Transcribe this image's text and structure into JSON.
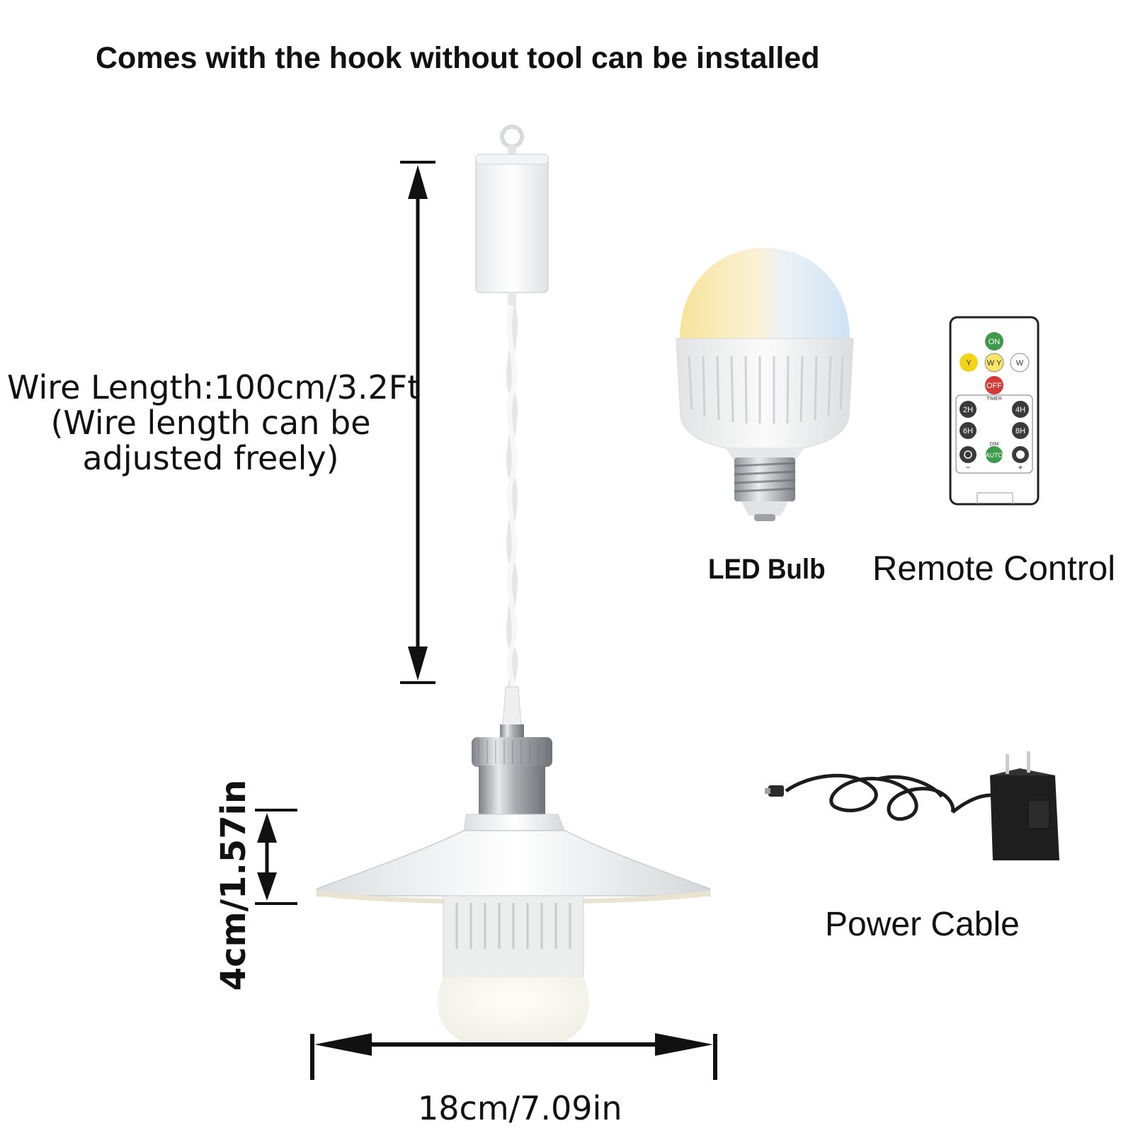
{
  "headline": "Comes with the hook without tool can be installed",
  "wire_length": {
    "line1": "Wire Length:100cm/3.2Ft",
    "line2": "(Wire length can be",
    "line3": "adjusted freely)"
  },
  "labels": {
    "led_bulb": "LED Bulb",
    "remote_control": "Remote Control",
    "power_cable": "Power Cable"
  },
  "dimensions": {
    "shade_height": "4cm/1.57in",
    "shade_width": "18cm/7.09in"
  },
  "remote": {
    "buttons": {
      "on": "ON",
      "y": "Y",
      "wy": "W Y",
      "w": "W",
      "off": "OFF",
      "timer": "TIMER",
      "t2": "2H",
      "t4": "4H",
      "t6": "6H",
      "t8": "8H",
      "dim": "DIM",
      "auto": "AUTO",
      "minus": "−",
      "plus": "+"
    }
  },
  "icons": [
    "hook-icon",
    "led-bulb-icon",
    "remote-control-icon",
    "power-adapter-icon",
    "pendant-lamp-icon"
  ],
  "colors": {
    "text": "#111111",
    "background": "#ffffff",
    "on_button": "#3f9a4b",
    "off_button": "#d23a3a",
    "y_button": "#f2d51a"
  }
}
